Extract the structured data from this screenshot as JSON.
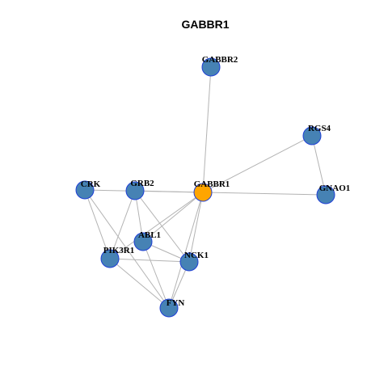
{
  "title": "GABBR1",
  "colors": {
    "node_default": "#4682b4",
    "node_highlight": "#ffa500",
    "node_border": "#1f3fd6",
    "edge": "#b3b3b3"
  },
  "nodes": [
    {
      "id": "GABBR2",
      "label": "GABBR2",
      "highlight": false
    },
    {
      "id": "RGS4",
      "label": "RGS4",
      "highlight": false
    },
    {
      "id": "CRK",
      "label": "CRK",
      "highlight": false
    },
    {
      "id": "GRB2",
      "label": "GRB2",
      "highlight": false
    },
    {
      "id": "GABBR1",
      "label": "GABBR1",
      "highlight": true
    },
    {
      "id": "GNAO1",
      "label": "GNAO1",
      "highlight": false
    },
    {
      "id": "ABL1",
      "label": "ABL1",
      "highlight": false
    },
    {
      "id": "PIK3R1",
      "label": "PIK3R1",
      "highlight": false
    },
    {
      "id": "NCK1",
      "label": "NCK1",
      "highlight": false
    },
    {
      "id": "FYN",
      "label": "FYN",
      "highlight": false
    }
  ],
  "edges": [
    [
      "GABBR2",
      "GABBR1"
    ],
    [
      "RGS4",
      "GABBR1"
    ],
    [
      "RGS4",
      "GNAO1"
    ],
    [
      "GABBR1",
      "GNAO1"
    ],
    [
      "CRK",
      "GABBR1"
    ],
    [
      "GRB2",
      "GABBR1"
    ],
    [
      "GABBR1",
      "ABL1"
    ],
    [
      "GABBR1",
      "PIK3R1"
    ],
    [
      "GABBR1",
      "NCK1"
    ],
    [
      "GABBR1",
      "FYN"
    ],
    [
      "CRK",
      "PIK3R1"
    ],
    [
      "CRK",
      "FYN"
    ],
    [
      "GRB2",
      "PIK3R1"
    ],
    [
      "GRB2",
      "ABL1"
    ],
    [
      "GRB2",
      "NCK1"
    ],
    [
      "ABL1",
      "NCK1"
    ],
    [
      "ABL1",
      "FYN"
    ],
    [
      "PIK3R1",
      "NCK1"
    ],
    [
      "PIK3R1",
      "FYN"
    ],
    [
      "NCK1",
      "FYN"
    ]
  ]
}
